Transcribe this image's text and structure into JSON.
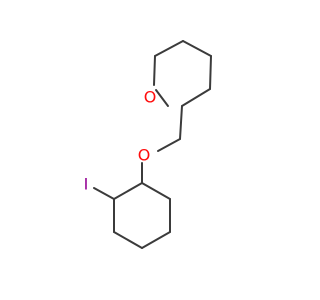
{
  "molecule": {
    "atoms": {
      "ring_oxygen": "O",
      "ether_oxygen": "O",
      "iodine": "I"
    }
  },
  "colors": {
    "bond": "#3b3b3b",
    "oxygen": "#ff0d0d",
    "iodine": "#940094",
    "background": "#ffffff"
  }
}
